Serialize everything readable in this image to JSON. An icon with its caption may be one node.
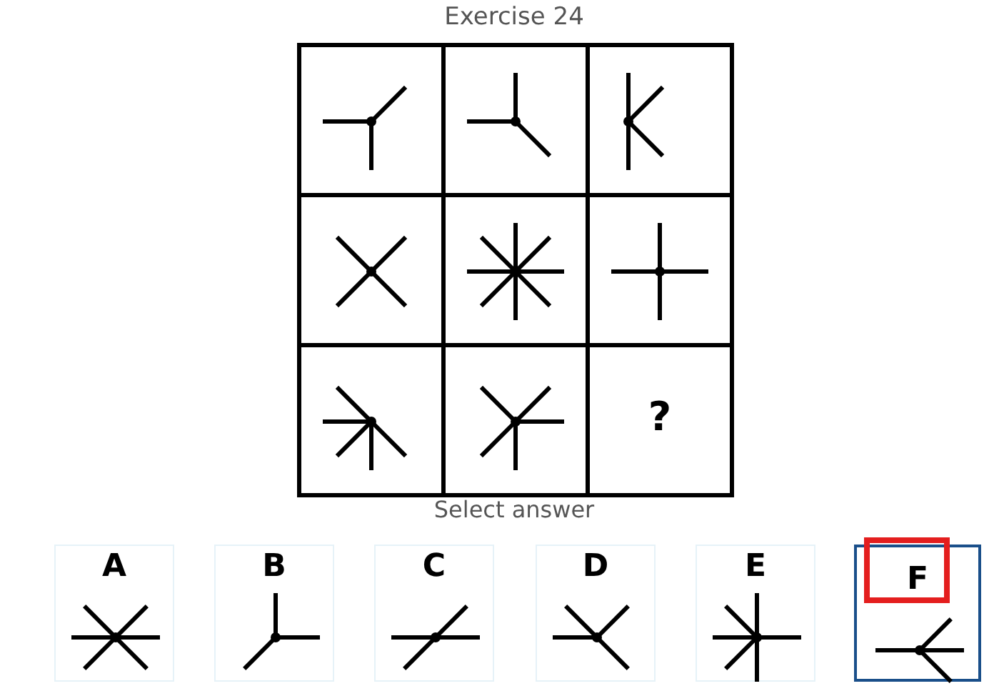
{
  "diagram": {
    "title": "Exercise 24",
    "nodes": [
      {
        "text": [],
        "shape": "picture"
      },
      {
        "text": [],
        "shape": "picture"
      },
      {
        "text": [],
        "shape": "picture"
      },
      {
        "text": [],
        "shape": "picture"
      },
      {
        "text": [],
        "shape": "picture"
      },
      {
        "text": [],
        "shape": "picture"
      },
      {
        "text": [],
        "shape": "picture"
      },
      {
        "text": [],
        "shape": "picture"
      },
      {
        "text": [
          "?"
        ]
      },
      {
        "text": [
          "A"
        ]
      },
      {
        "text": [
          "B"
        ]
      },
      {
        "text": [
          "C"
        ]
      },
      {
        "text": [
          "D"
        ]
      },
      {
        "text": [
          "E"
        ]
      },
      {
        "text": [
          "F"
        ]
      }
    ],
    "labels": [
      "Select answer"
    ]
  }
}
